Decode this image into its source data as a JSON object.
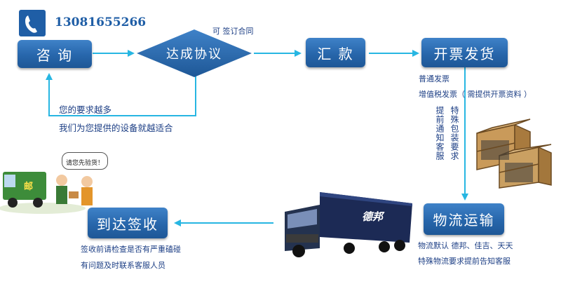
{
  "contact": {
    "phone": "13081655266",
    "icon": "phone-icon"
  },
  "steps": {
    "consult": "咨 询",
    "agreement": "达成协议",
    "remit": "汇  款",
    "invoice_ship": "开票发货",
    "logistics": "物流运输",
    "receive": "到达签收"
  },
  "notes": {
    "contract": "可 签订合同",
    "feedback_line1": "您的要求越多",
    "feedback_line2": "我们为您提供的设备就越适合",
    "invoice_line1": "普通发票",
    "invoice_line2": "增值税发票（ 需提供开票资料 ）",
    "prior_notice": "提前通知客服",
    "special_packing": "特殊包装要求",
    "logistics_line1": "物流默认  德邦、佳吉、天天",
    "logistics_line2": "特殊物流要求提前告知客服",
    "receive_line1": "签收前请检查是否有严重磕碰",
    "receive_line2": "有问题及时联系客服人员"
  },
  "illustrations": {
    "speech_bubble": "请您先验货！",
    "postal_van": "邮",
    "truck_brand": "德邦"
  },
  "colors": {
    "box_blue": "#2766ab",
    "arrow_cyan": "#27b6e2",
    "text_navy": "#1d3f85"
  }
}
